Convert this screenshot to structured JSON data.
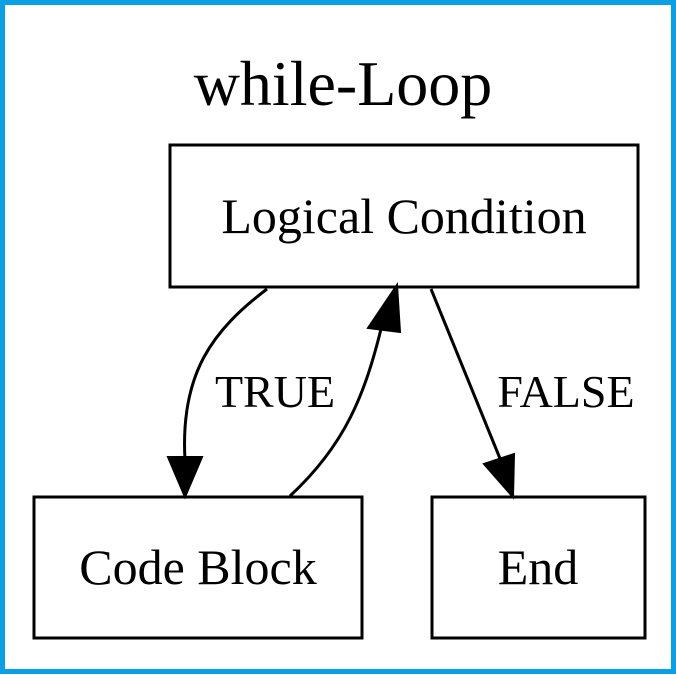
{
  "title": "while-Loop",
  "nodes": {
    "condition": "Logical Condition",
    "code_block": "Code Block",
    "end": "End"
  },
  "edges": {
    "true_label": "TRUE",
    "false_label": "FALSE"
  },
  "colors": {
    "frame_border": "#0aa0e6",
    "stroke": "#000000"
  }
}
